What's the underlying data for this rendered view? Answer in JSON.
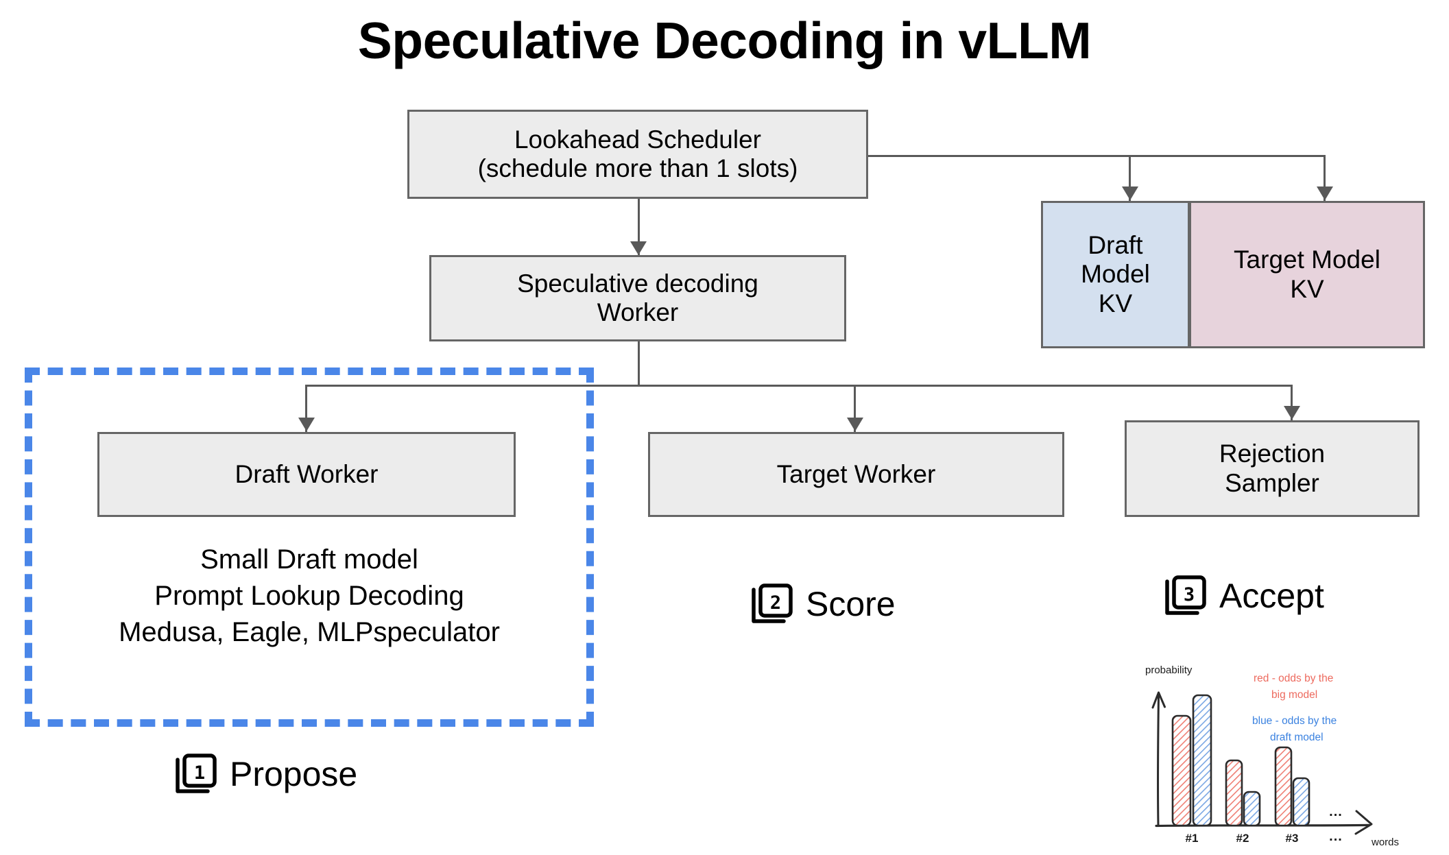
{
  "title": "Speculative Decoding in vLLM",
  "nodes": {
    "lookahead_scheduler": "Lookahead Scheduler\n(schedule more than 1 slots)",
    "spec_decoding_worker": "Speculative decoding\nWorker",
    "draft_model_kv": "Draft\nModel\nKV",
    "target_model_kv": "Target Model\nKV",
    "draft_worker": "Draft Worker",
    "target_worker": "Target Worker",
    "rejection_sampler": "Rejection\nSampler"
  },
  "draft_details": "Small Draft model\nPrompt Lookup Decoding\nMedusa, Eagle, MLPspeculator",
  "steps": [
    {
      "number": "1",
      "label": "Propose"
    },
    {
      "number": "2",
      "label": "Score"
    },
    {
      "number": "3",
      "label": "Accept"
    }
  ],
  "colors": {
    "node_fill": "#ececec",
    "node_border": "#666666",
    "draft_kv_fill": "#d4e0ef",
    "target_kv_fill": "#e7d3dc",
    "highlight_dashed": "#4a86e8",
    "sketch_red": "#ed6a5e",
    "sketch_blue": "#3b82e0",
    "connector": "#595959"
  },
  "chart_data": {
    "type": "bar",
    "title": "",
    "xlabel": "words",
    "ylabel": "probability",
    "categories": [
      "#1",
      "#2",
      "#3",
      "..."
    ],
    "series": [
      {
        "name": "red - odds by the big model",
        "color": "#ed6a5e",
        "values": [
          0.78,
          0.46,
          0.62,
          null
        ]
      },
      {
        "name": "blue - odds by the draft model",
        "color": "#3b82e0",
        "values": [
          0.92,
          0.26,
          0.38,
          null
        ]
      }
    ],
    "legend": [
      {
        "text": "red - odds by the\nbig model",
        "color": "#ed6a5e"
      },
      {
        "text": "blue - odds by the\ndraft model",
        "color": "#3b82e0"
      }
    ],
    "legend_position": "upper-right-inside",
    "ylim": [
      0,
      1
    ],
    "grid": false,
    "style": "hand-drawn sketch, hatched bars",
    "annotations": [
      "...",
      "..."
    ]
  }
}
